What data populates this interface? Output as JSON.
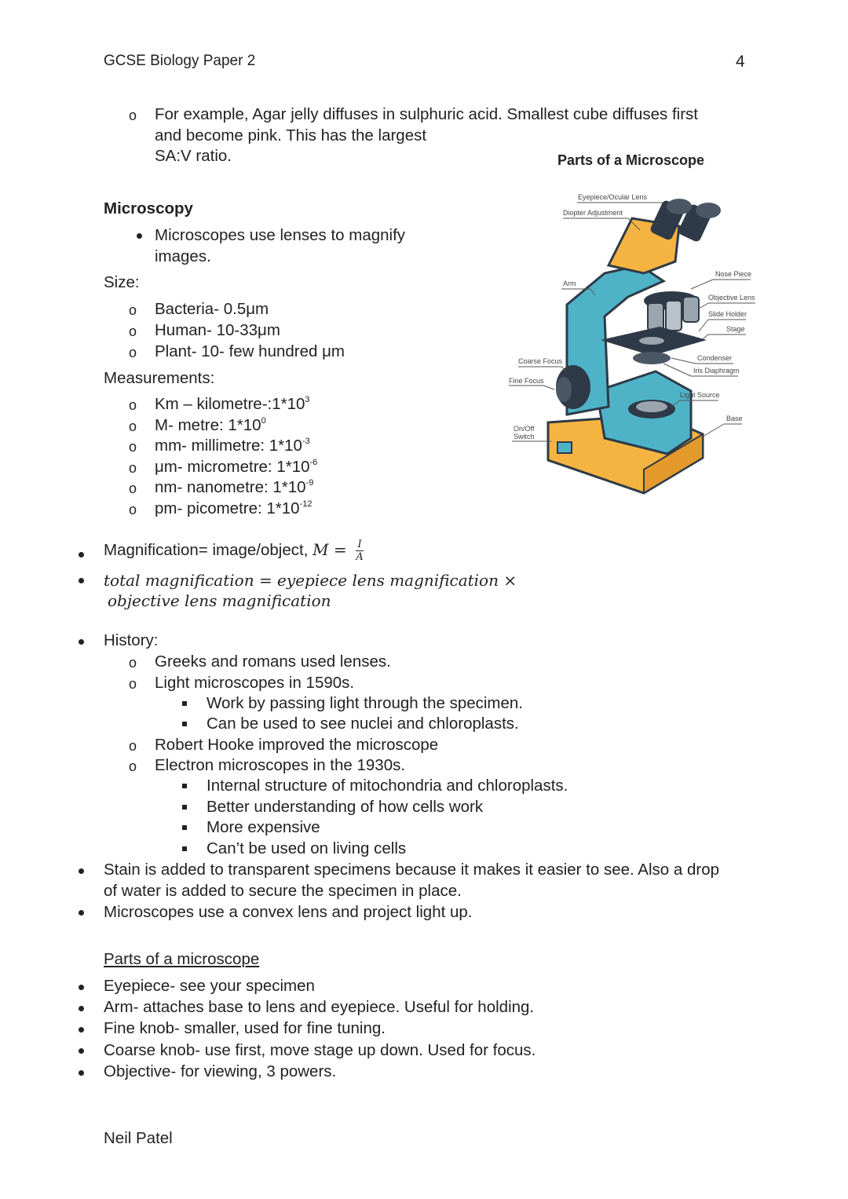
{
  "header": {
    "title": "GCSE Biology Paper 2",
    "page_number": "4"
  },
  "intro": {
    "example_line1": "For example, Agar jelly diffuses in sulphuric acid. Smallest cube diffuses first",
    "example_line2": "and become pink. This has the largest",
    "example_line3": "SA:V ratio."
  },
  "microscopy": {
    "heading": "Microscopy",
    "lens_line1": "Microscopes use lenses to magnify",
    "lens_line2": "images.",
    "size_label": "Size:",
    "sizes": [
      "Bacteria- 0.5μm",
      "Human- 10-33μm",
      "Plant- 10- few hundred μm"
    ],
    "measurements_label": "Measurements:",
    "measurements": [
      {
        "text": "Km – kilometre-:1*10",
        "exp": "3"
      },
      {
        "text": "M- metre: 1*10",
        "exp": "0"
      },
      {
        "text": "mm- millimetre: 1*10",
        "exp": "-3"
      },
      {
        "text": "μm- micrometre: 1*10",
        "exp": "-6"
      },
      {
        "text": "nm- nanometre: 1*10",
        "exp": "-9"
      },
      {
        "text": "pm- picometre: 1*10",
        "exp": "-12"
      }
    ]
  },
  "figure": {
    "title": "Parts of a Microscope",
    "labels": {
      "eyepiece": "Eyepiece/Ocular Lens",
      "diopter": "Diopter Adjustment",
      "arm": "Arm",
      "coarse": "Coarse Focus",
      "fine": "Fine Focus",
      "onoff1": "On/Off",
      "onoff2": "Switch",
      "nose": "Nose Piece",
      "objective": "Objective Lens",
      "slide": "Slide Holder",
      "stage": "Stage",
      "condenser": "Condenser",
      "iris": "Iris Diaphragm",
      "light": "Light Source",
      "base": "Base"
    },
    "colors": {
      "orange": "#f5b441",
      "blue": "#4fb3c8",
      "dark": "#2e3a47",
      "grey": "#9aa5ad"
    }
  },
  "formulas": {
    "magnification_text": "Magnification= image/object,",
    "m_eq": "M =",
    "num": "I",
    "den": "A",
    "total_line1": "total magnification = eyepiece lens magnification  ×",
    "total_line2": "objective lens magnification"
  },
  "history": {
    "label": "History:",
    "greeks": "Greeks and romans used lenses.",
    "light": "Light microscopes in 1590s.",
    "light_sub": [
      "Work by passing light through the specimen.",
      "Can be used to see nuclei and chloroplasts."
    ],
    "hooke": "Robert Hooke improved the microscope",
    "electron": "Electron microscopes in the 1930s.",
    "electron_sub": [
      "Internal structure of mitochondria and chloroplasts.",
      "Better understanding of how cells work",
      "More expensive",
      "Can’t be used on living cells"
    ]
  },
  "stain": {
    "line1": "Stain is added to transparent specimens because it makes it easier to see. Also a drop",
    "line2": "of water is added to secure the specimen in place."
  },
  "convex": "Microscopes use a convex lens and project light up.",
  "parts": {
    "heading": "Parts of a microscope",
    "items": [
      "Eyepiece- see your specimen",
      "Arm- attaches base to lens and eyepiece. Useful for holding.",
      "Fine knob- smaller, used for fine tuning.",
      "Coarse knob- use first, move stage up down. Used for focus.",
      "Objective- for viewing, 3 powers."
    ]
  },
  "footer": {
    "author": "Neil Patel"
  }
}
